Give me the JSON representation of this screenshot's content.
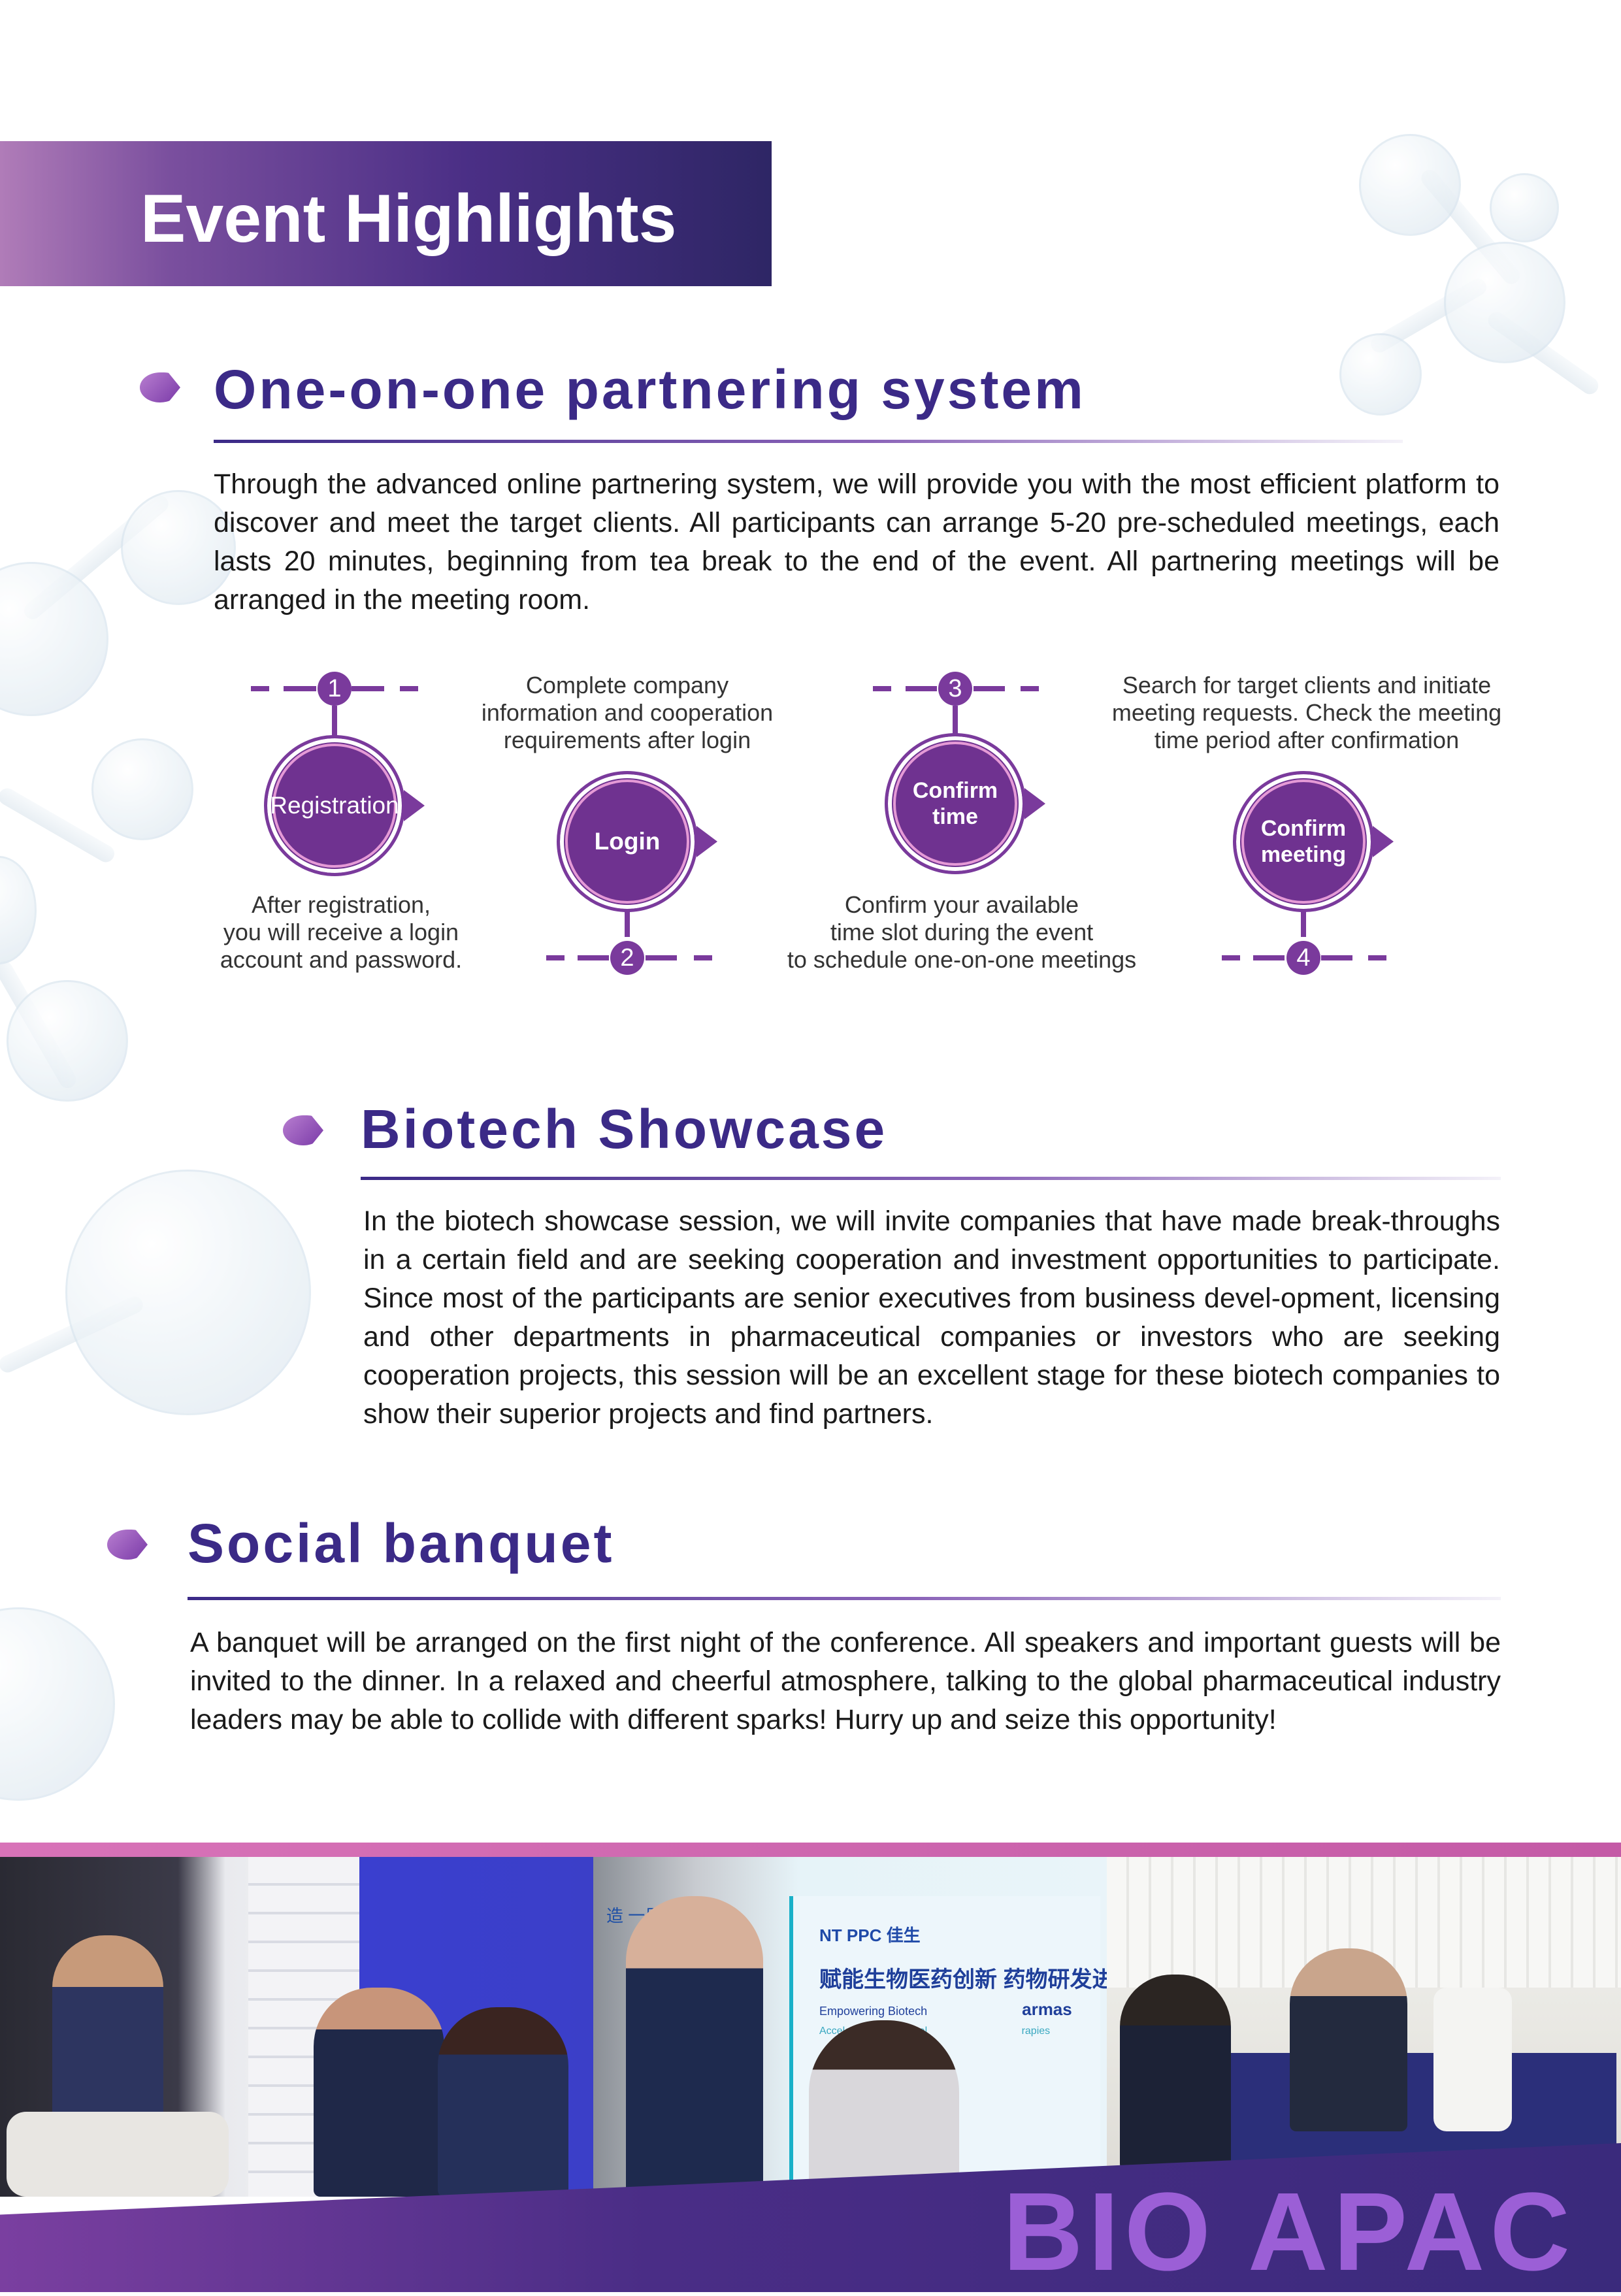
{
  "banner": {
    "title": "Event Highlights"
  },
  "sections": [
    {
      "title": "One-on-one partnering system",
      "body": "Through the advanced online partnering system, we will provide you with the most efficient platform to discover and meet the target clients. All participants can arrange 5-20 pre-scheduled meetings, each lasts 20 minutes, beginning from tea break to the end of the event. All partnering meetings will be arranged in the meeting room."
    },
    {
      "title": "Biotech Showcase",
      "body": "In the biotech showcase session, we will invite companies that have made break-throughs in a certain field and are seeking cooperation and investment opportunities to participate. Since most of the participants are senior executives from business devel-opment, licensing and other departments in pharmaceutical companies or investors who are seeking cooperation projects, this session will be an excellent stage for these biotech companies to show their superior projects and find partners."
    },
    {
      "title": "Social banquet",
      "body": "A banquet will be arranged on the first night of the conference. All speakers and important guests will be invited to the dinner. In a relaxed and cheerful atmosphere, talking to the global pharmaceutical industry leaders may be able to collide with different sparks! Hurry up and seize this opportunity!"
    }
  ],
  "steps": [
    {
      "number": "1",
      "label": "Registration",
      "desc": [
        "After registration,",
        "you will receive a login",
        "account and password."
      ]
    },
    {
      "number": "2",
      "label": "Login",
      "desc": [
        "Complete company",
        "information and cooperation",
        "requirements after login"
      ]
    },
    {
      "number": "3",
      "label_lines": [
        "Confirm",
        "time"
      ],
      "desc": [
        "Confirm your available",
        "time slot during the event",
        "to schedule one-on-one meetings"
      ]
    },
    {
      "number": "4",
      "label_lines": [
        "Confirm",
        "meeting"
      ],
      "desc": [
        "Search for target clients and initiate",
        "meeting requests. Check the meeting",
        "time period after confirmation"
      ]
    }
  ],
  "footer": {
    "brand": "BIO APAC"
  },
  "photo_signage": {
    "sign_brand": "NT PPC 佳生",
    "sign_headline": "赋能生物医药创新 药物研发进程",
    "sign_line1": "Empowering Biotech",
    "sign_line1b": "armas",
    "sign_line2": "Accelerating The Devel",
    "sign_line2b": "rapies",
    "left_banner": "造 一周文"
  }
}
